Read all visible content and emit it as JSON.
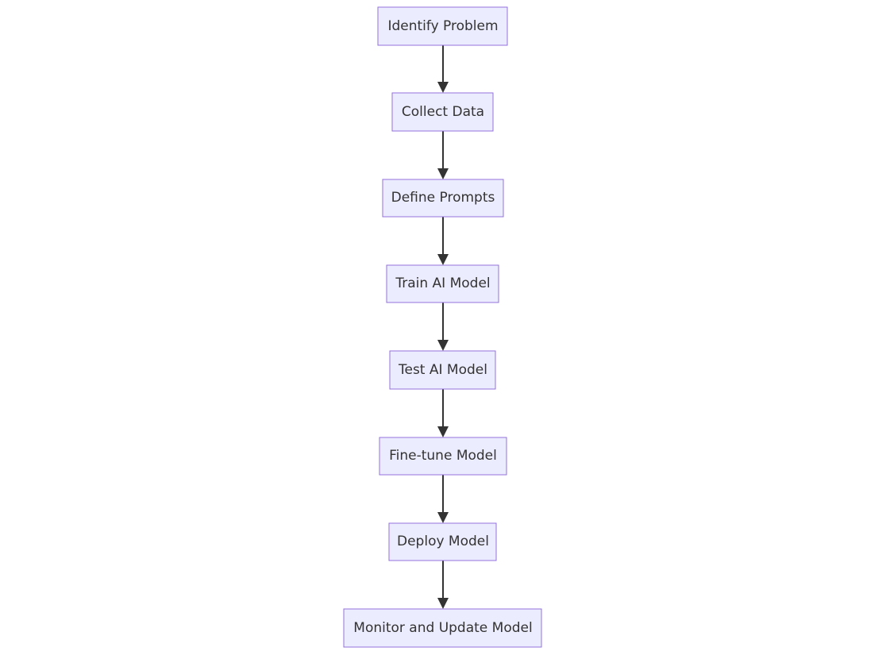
{
  "flowchart": {
    "nodes": [
      {
        "id": "identify",
        "label": "Identify Problem"
      },
      {
        "id": "collect",
        "label": "Collect Data"
      },
      {
        "id": "define",
        "label": "Define Prompts"
      },
      {
        "id": "train",
        "label": "Train AI Model"
      },
      {
        "id": "test",
        "label": "Test AI Model"
      },
      {
        "id": "finetune",
        "label": "Fine-tune Model"
      },
      {
        "id": "deploy",
        "label": "Deploy Model"
      },
      {
        "id": "monitor",
        "label": "Monitor and Update Model"
      }
    ],
    "edges": [
      {
        "from": "identify",
        "to": "collect"
      },
      {
        "from": "collect",
        "to": "define"
      },
      {
        "from": "define",
        "to": "train"
      },
      {
        "from": "train",
        "to": "test"
      },
      {
        "from": "test",
        "to": "finetune"
      },
      {
        "from": "finetune",
        "to": "deploy"
      },
      {
        "from": "deploy",
        "to": "monitor"
      }
    ],
    "colors": {
      "node_fill": "#ECECFF",
      "node_border": "#9370DB",
      "text": "#333333",
      "arrow": "#333333"
    }
  }
}
